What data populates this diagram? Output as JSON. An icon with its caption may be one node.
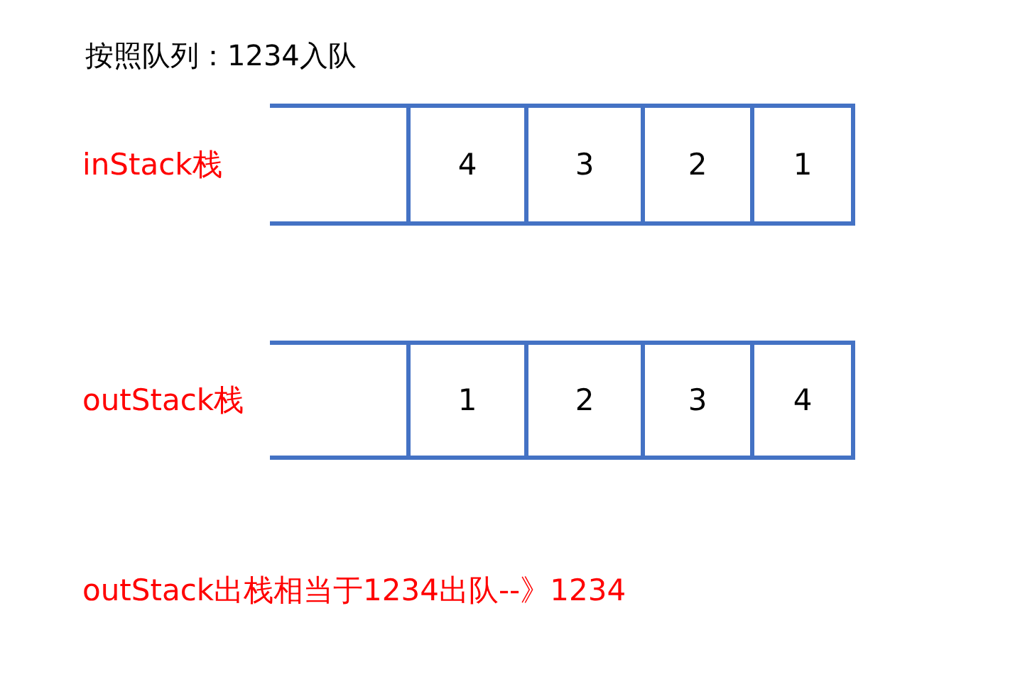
{
  "diagram": {
    "title": "按照队列：1234入队",
    "nodes": [
      {
        "text": [
          "inStack栈"
        ]
      },
      {
        "text": [
          "4"
        ],
        "in": 0
      },
      {
        "text": [
          "3"
        ],
        "in": 0
      },
      {
        "text": [
          "2"
        ],
        "in": 0
      },
      {
        "text": [
          "1"
        ],
        "in": 0
      },
      {
        "text": [
          "outStack栈"
        ]
      },
      {
        "text": [
          "1"
        ],
        "in": 5
      },
      {
        "text": [
          "2"
        ],
        "in": 5
      },
      {
        "text": [
          "3"
        ],
        "in": 5
      },
      {
        "text": [
          "4"
        ],
        "in": 5
      }
    ],
    "edges": [],
    "labels": [
      "outStack出栈相当于1234出队--》1234"
    ]
  }
}
